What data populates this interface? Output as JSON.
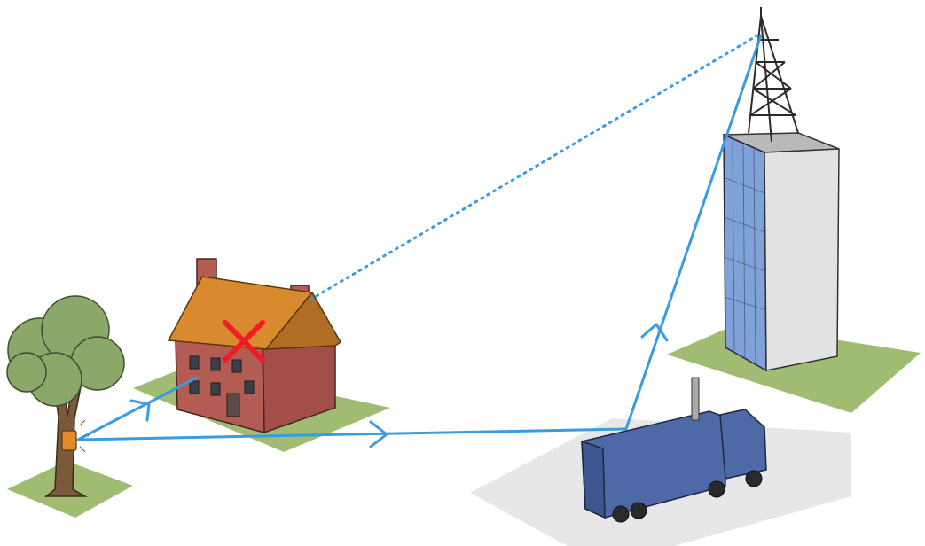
{
  "colors": {
    "signal_line": "#3a9be0",
    "blocked_mark": "#ee1c24",
    "grass": "#8fb05a",
    "house_brick": "#b35c54",
    "house_roof": "#d98a2e",
    "tree_foliage": "#8aa86a",
    "tree_trunk": "#7a5a3a",
    "device": "#e58a2a",
    "tower_glass": "#7fa2d8",
    "truck_trailer": "#4d6aa6",
    "ground_shadow": "#e7e7e7"
  },
  "icons": [
    "tree-icon",
    "tracker-device-icon",
    "house-icon",
    "blocked-x-icon",
    "truck-icon",
    "office-building-icon",
    "radio-tower-icon"
  ],
  "links": [
    {
      "from": "tracker-device",
      "to": "house",
      "style": "solid"
    },
    {
      "from": "tracker-device",
      "to": "truck",
      "style": "solid"
    },
    {
      "from": "truck",
      "to": "radio-tower",
      "style": "solid"
    },
    {
      "from": "house",
      "to": "radio-tower",
      "style": "dotted"
    }
  ]
}
